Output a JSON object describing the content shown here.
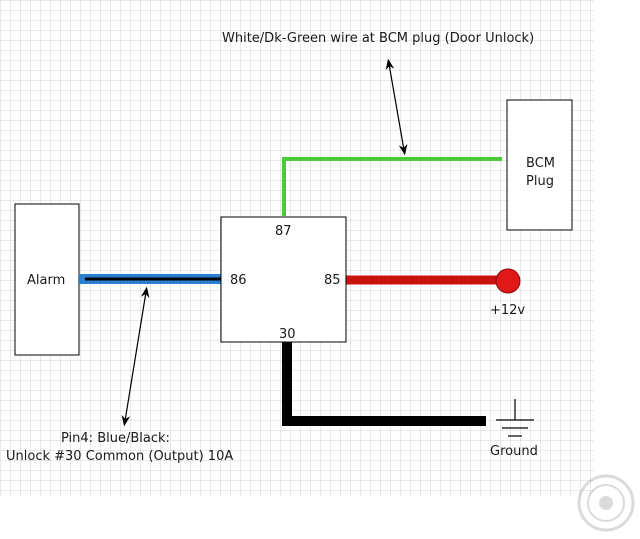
{
  "labels": {
    "green_wire": "White/Dk-Green wire  at BCM plug (Door Unlock)",
    "bcm_line1": "BCM",
    "bcm_line2": "Plug",
    "alarm": "Alarm",
    "pin87": "87",
    "pin86": "86",
    "pin85": "85",
    "pin30": "30",
    "power": "+12v",
    "ground": "Ground",
    "pin4_line1": "Pin4: Blue/Black:",
    "pin4_line2": "Unlock #30 Common (Output) 10A"
  },
  "colors": {
    "grid": "#c8c8c8",
    "green_wire": "#4ccb3a",
    "blue_wire": "#2a7fd0",
    "red_wire": "#cc1111",
    "black_wire": "#000000",
    "power_dot": "#e01818"
  },
  "icons": [
    "ground-symbol-icon",
    "double-arrow-icon",
    "watermark-logo-icon"
  ]
}
